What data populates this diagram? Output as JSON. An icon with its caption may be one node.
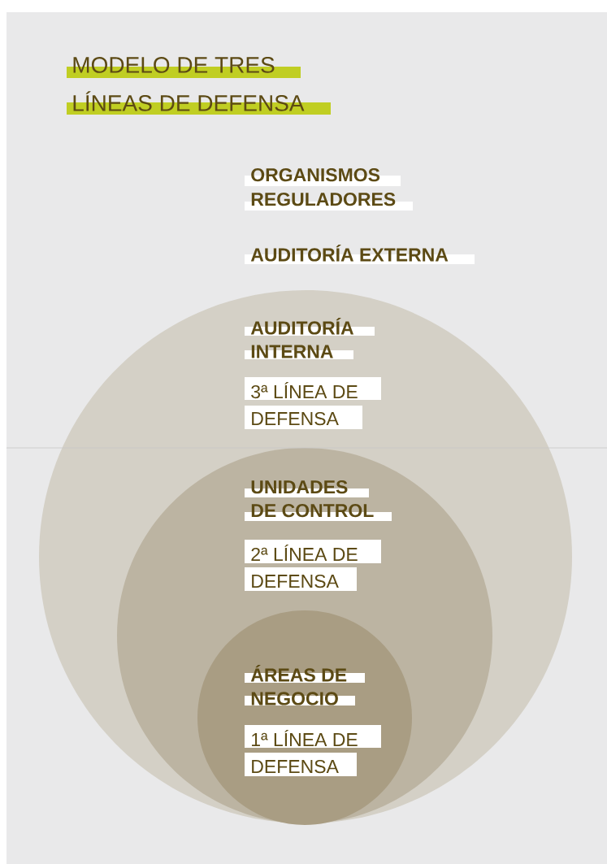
{
  "diagram": {
    "title": "MODELO DE TRES LÍNEAS DE DEFENSA",
    "nodes": [
      {
        "text": [
          "AUDITORÍA INTERNA",
          "3ª LÍNEA DE DEFENSA"
        ]
      },
      {
        "text": [
          "UNIDADES DE CONTROL",
          "2ª LÍNEA DE DEFENSA"
        ],
        "in": 0
      },
      {
        "text": [
          "ÁREAS DE NEGOCIO",
          "1ª LÍNEA DE DEFENSA"
        ],
        "in": 1
      }
    ],
    "labels": [
      "ORGANISMOS REGULADORES",
      "AUDITORÍA EXTERNA"
    ]
  }
}
